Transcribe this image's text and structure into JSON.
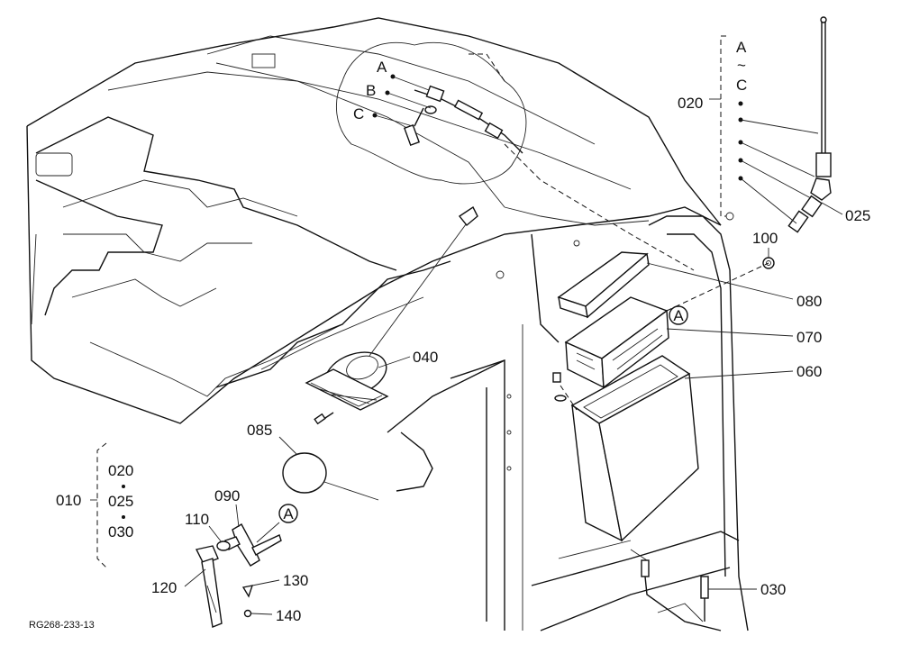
{
  "diagram": {
    "reference_code": "RG268-233-13",
    "part_labels": {
      "p010": "010",
      "p020_top": "020",
      "p025_top": "025",
      "p030_bottom": "030",
      "p040": "040",
      "p060": "060",
      "p070": "070",
      "p080": "080",
      "p085": "085",
      "p090": "090",
      "p100": "100",
      "p110": "110",
      "p120": "120",
      "p130": "130",
      "p140": "140"
    },
    "kit_010": {
      "items": [
        "020",
        "025",
        "030"
      ]
    },
    "kit_020": {
      "from": "A",
      "tilde": "~",
      "to": "C"
    },
    "callouts": {
      "A": "A",
      "B": "B",
      "C": "C",
      "circle_A": "A"
    }
  }
}
